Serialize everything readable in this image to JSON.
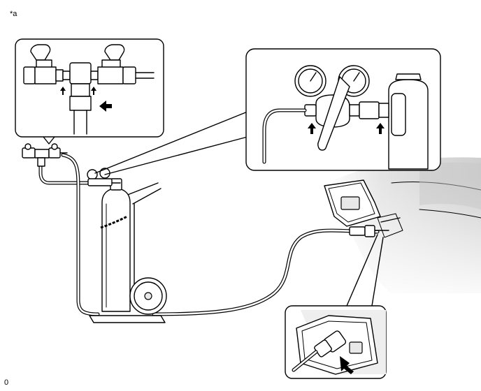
{
  "labels": {
    "illustration_tag": "*a",
    "corner_code": "0"
  },
  "callouts": [
    {
      "name": "tee-fitting-detail",
      "arrows": 3
    },
    {
      "name": "regulator-detail",
      "arrows": 2
    },
    {
      "name": "vehicle-port-detail",
      "arrows": 1
    }
  ],
  "colors": {
    "line": "#000000",
    "background": "#ffffff",
    "vehicle_shade": "#d9d9d9"
  }
}
